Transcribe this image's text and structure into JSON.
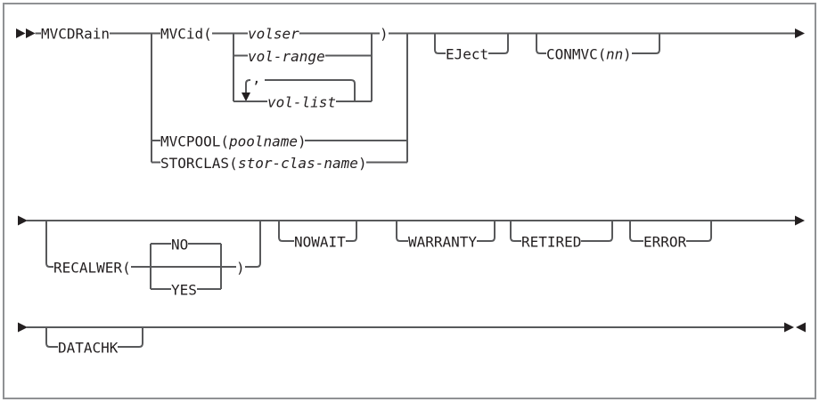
{
  "colors": {
    "rail_line": "#58595B",
    "text": "#231F20",
    "background": "#FFFFFF",
    "border": "#8F9194"
  },
  "diagram": {
    "command": "MVCDRain",
    "row1": {
      "mvcid_keyword": "MVCid(",
      "volser": "volser",
      "vol_range": "vol-range",
      "loop_separator": ",",
      "vol_list": "vol-list",
      "mvcid_close": ")",
      "mvcpool_keyword": "MVCPOOL(",
      "poolname": "poolname",
      "mvcpool_close": ")",
      "storclas_keyword": "STORCLAS(",
      "stor_clas_name": "stor-clas-name",
      "storclas_close": ")",
      "eject": "EJect",
      "conmvc_keyword": "CONMVC(",
      "conmvc_param": "nn",
      "conmvc_close": ")"
    },
    "row2": {
      "recalwer_keyword": "RECALWER(",
      "recalwer_default": "NO",
      "recalwer_alt": "YES",
      "recalwer_close": ")",
      "nowait": "NOWAIT",
      "warranty": "WARRANTY",
      "retired": "RETIRED",
      "error": "ERROR"
    },
    "row3": {
      "datachk": "DATACHK"
    }
  }
}
